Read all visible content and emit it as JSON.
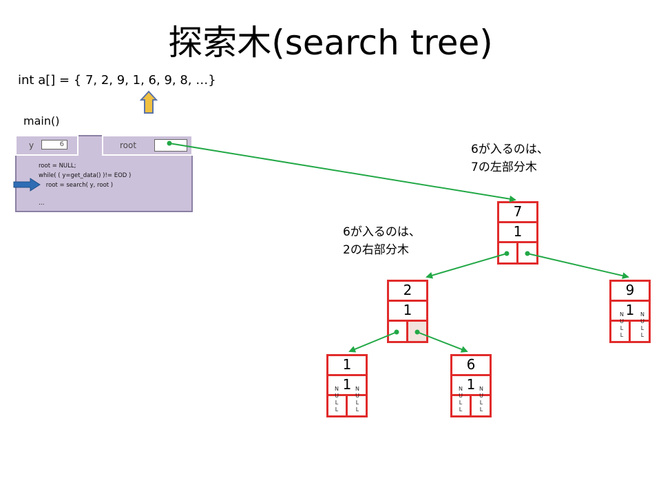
{
  "title": "探索木(search tree)",
  "array_text": "int a[] = { 7, 2, 9, 1, 6, 9, 8, …}",
  "main_label": "main()",
  "frame": {
    "y_label": "y",
    "y_value": "6",
    "root_label": "root",
    "code_lines": [
      "root = NULL;",
      "while( ( y=get_data() )!= EOD )",
      "    root = search( y, root )",
      "…"
    ]
  },
  "notes": {
    "note1_line1": "6が入るのは、",
    "note1_line2": "7の左部分木",
    "note2_line1": "6が入るのは、",
    "note2_line2": "2の右部分木"
  },
  "null_label": "NULL",
  "nodes": [
    {
      "id": "7",
      "value": "7",
      "count": "1"
    },
    {
      "id": "2",
      "value": "2",
      "count": "1"
    },
    {
      "id": "9",
      "value": "9",
      "count": "1"
    },
    {
      "id": "1",
      "value": "1",
      "count": "1"
    },
    {
      "id": "6",
      "value": "6",
      "count": "1"
    }
  ],
  "colors": {
    "node_border": "#e12b2b",
    "pointer_arrow": "#22a846",
    "frame_fill": "#ccc1da",
    "current_marker": "#2e6db4",
    "array_marker": "#f0c040"
  }
}
